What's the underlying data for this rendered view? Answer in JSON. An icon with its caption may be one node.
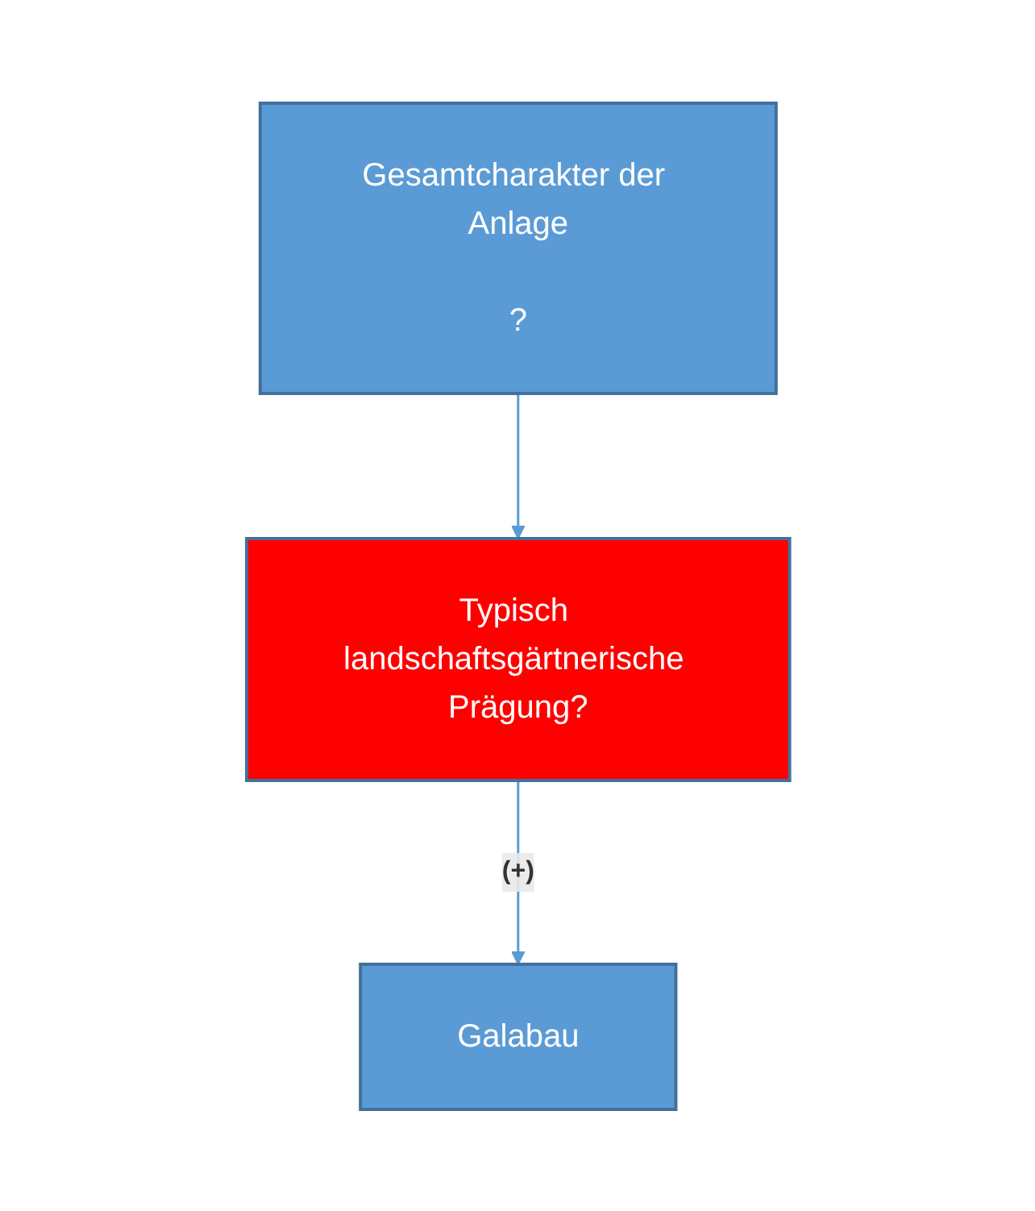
{
  "diagram": {
    "nodes": [
      {
        "text": [
          "Gesamtcharakter der Anlage",
          "?"
        ]
      },
      {
        "text": [
          "Typisch landschaftsgärtnerische Prägung?"
        ]
      },
      {
        "text": [
          "Galabau"
        ]
      }
    ],
    "edges": [
      {
        "from": 0,
        "to": 1,
        "arrow": "to"
      },
      {
        "from": 1,
        "to": 2,
        "arrow": "to",
        "label": "(+)"
      }
    ]
  }
}
